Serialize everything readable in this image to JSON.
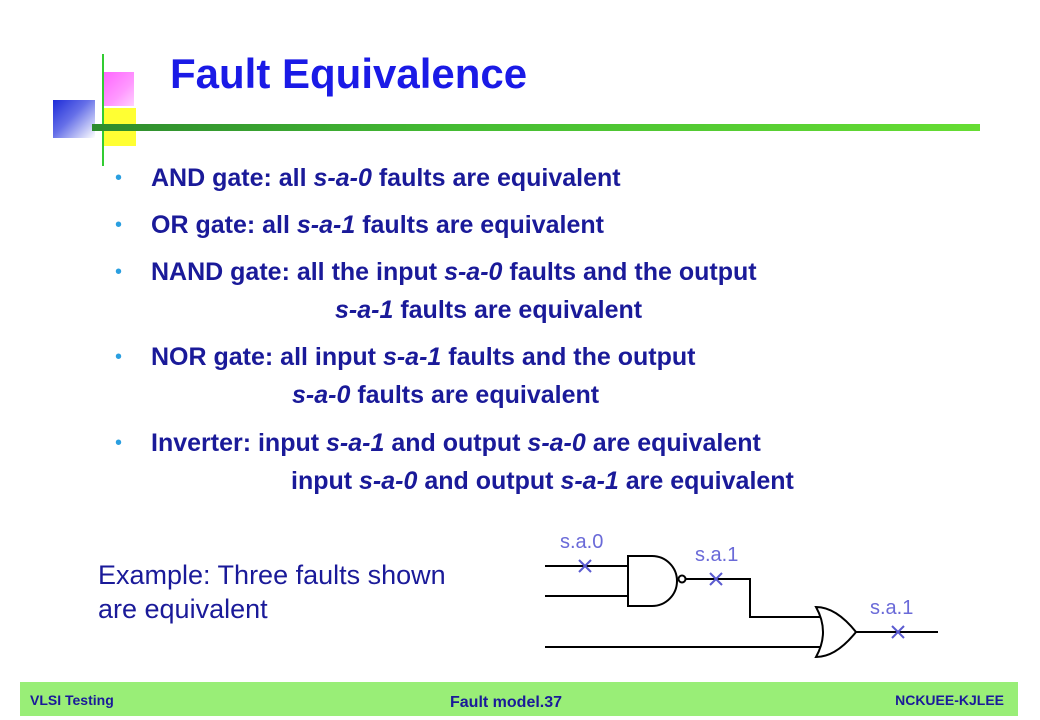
{
  "title": "Fault Equivalence",
  "bullets": [
    {
      "lines": [
        [
          {
            "t": "AND gate:  all "
          },
          {
            "t": "s-a-0",
            "i": true
          },
          {
            "t": " faults are equivalent"
          }
        ]
      ]
    },
    {
      "lines": [
        [
          {
            "t": "OR gate:  all "
          },
          {
            "t": "s-a-1",
            "i": true
          },
          {
            "t": " faults are equivalent"
          }
        ]
      ]
    },
    {
      "lines": [
        [
          {
            "t": "NAND gate:  all the input "
          },
          {
            "t": "s-a-0",
            "i": true
          },
          {
            "t": " faults and the output"
          }
        ],
        [
          {
            "t": "s-a-1",
            "i": true
          },
          {
            "t": " faults are equivalent"
          }
        ]
      ]
    },
    {
      "lines": [
        [
          {
            "t": "NOR gate:  all input "
          },
          {
            "t": "s-a-1",
            "i": true
          },
          {
            "t": " faults and the output"
          }
        ],
        [
          {
            "t": "s-a-0",
            "i": true
          },
          {
            "t": " faults are equivalent"
          }
        ]
      ]
    },
    {
      "lines": [
        [
          {
            "t": "Inverter:  input "
          },
          {
            "t": "s-a-1",
            "i": true
          },
          {
            "t": " and output "
          },
          {
            "t": "s-a-0",
            "i": true
          },
          {
            "t": " are equivalent"
          }
        ],
        [
          {
            "t": "input "
          },
          {
            "t": "s-a-0",
            "i": true
          },
          {
            "t": " and output "
          },
          {
            "t": "s-a-1",
            "i": true
          },
          {
            "t": " are equivalent"
          }
        ]
      ]
    }
  ],
  "example": {
    "line1": "Example: Three faults shown",
    "line2": "are equivalent"
  },
  "circuit": {
    "label_nand_input": "s.a.0",
    "label_nand_output": "s.a.1",
    "label_or_output": "s.a.1",
    "marker": "×"
  },
  "footer": {
    "left": "VLSI Testing",
    "center": "Fault model.37",
    "right": "NCKUEE-KJLEE"
  },
  "colors": {
    "title": "#1a1ae6",
    "text": "#1a1a99",
    "bullet": "#2a9fe0",
    "footer_bg": "#99ee77",
    "rule": "#44bb33",
    "circuit_label": "#6a6ad8"
  }
}
